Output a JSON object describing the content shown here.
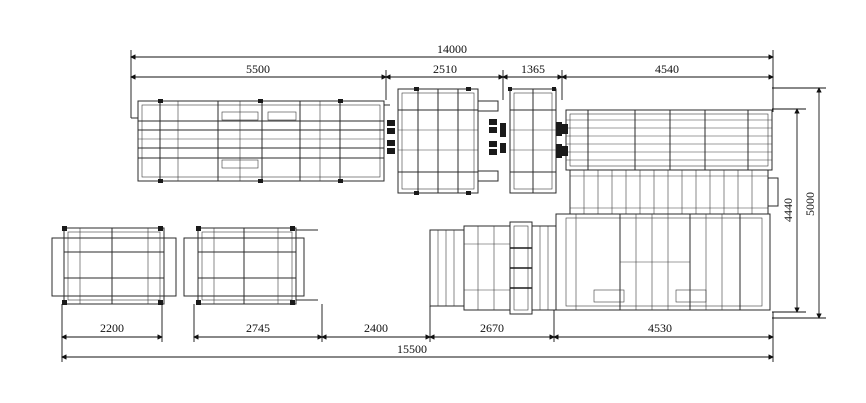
{
  "dimensions": {
    "top_total": "14000",
    "top_seg1": "5500",
    "top_seg2": "2510",
    "top_seg3": "1365",
    "top_seg4": "4540",
    "bottom_total": "15500",
    "bottom_seg1": "2200",
    "bottom_seg2": "2745",
    "bottom_seg3": "2400",
    "bottom_seg4": "2670",
    "bottom_seg5": "4530",
    "right_inner": "4440",
    "right_outer": "5000"
  }
}
